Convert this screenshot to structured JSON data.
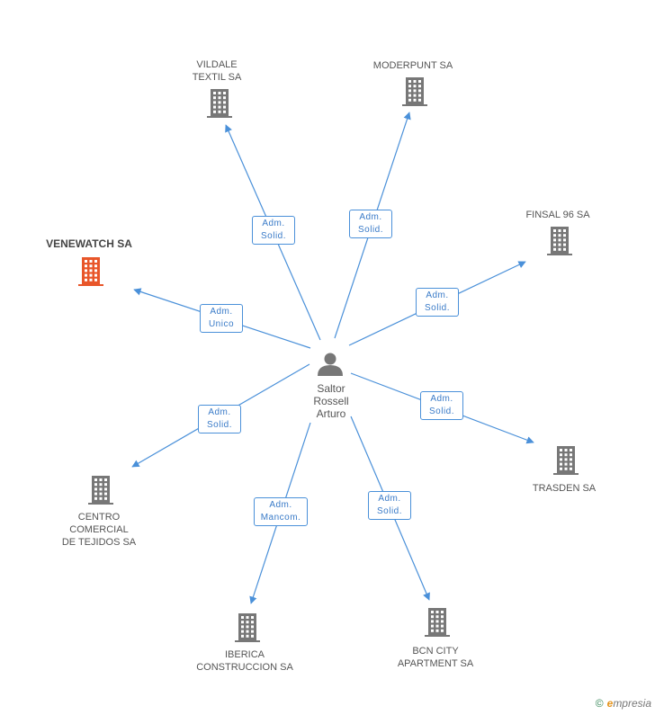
{
  "person": {
    "name": "Saltor\nRossell\nArturo"
  },
  "companies": [
    {
      "id": "vildale",
      "name": "VILDALE\nTEXTIL SA",
      "highlight": false
    },
    {
      "id": "moderpunt",
      "name": "MODERPUNT SA",
      "highlight": false
    },
    {
      "id": "finsal",
      "name": "FINSAL 96 SA",
      "highlight": false
    },
    {
      "id": "venewatch",
      "name": "VENEWATCH SA",
      "highlight": true
    },
    {
      "id": "trasden",
      "name": "TRASDEN SA",
      "highlight": false
    },
    {
      "id": "centro",
      "name": "CENTRO\nCOMERCIAL\nDE TEJIDOS SA",
      "highlight": false
    },
    {
      "id": "iberica",
      "name": "IBERICA\nCONSTRUCCION SA",
      "highlight": false
    },
    {
      "id": "bcn",
      "name": "BCN CITY\nAPARTMENT SA",
      "highlight": false
    }
  ],
  "relations": [
    {
      "to": "vildale",
      "role": "Adm.\nSolid."
    },
    {
      "to": "moderpunt",
      "role": "Adm.\nSolid."
    },
    {
      "to": "finsal",
      "role": "Adm.\nSolid."
    },
    {
      "to": "venewatch",
      "role": "Adm.\nUnico"
    },
    {
      "to": "trasden",
      "role": "Adm.\nSolid."
    },
    {
      "to": "centro",
      "role": "Adm.\nSolid."
    },
    {
      "to": "iberica",
      "role": "Adm.\nMancom."
    },
    {
      "to": "bcn",
      "role": "Adm.\nSolid."
    }
  ],
  "footer": {
    "copyright": "©",
    "brand_e": "e",
    "brand_rest": "mpresia"
  },
  "colors": {
    "edge": "#4a90d9",
    "building": "#777777",
    "highlight": "#e8562a",
    "person": "#777777"
  }
}
